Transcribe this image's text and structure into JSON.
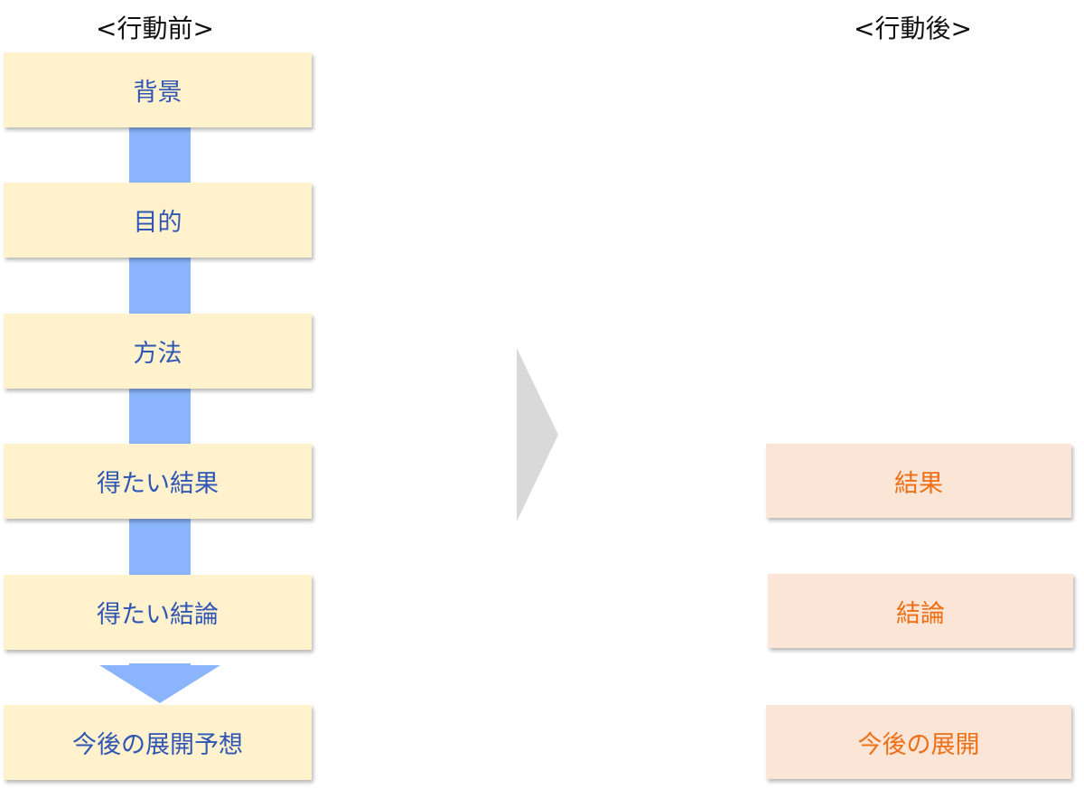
{
  "headings": {
    "before": "<行動前>",
    "after": "<行動後>"
  },
  "before_steps": [
    "背景",
    "目的",
    "方法",
    "得たい結果",
    "得たい結論",
    "今後の展開予想"
  ],
  "after_steps": [
    "結果",
    "結論",
    "今後の展開"
  ],
  "colors": {
    "before_box_fill": "#fff2cc",
    "before_text": "#2f56b4",
    "after_box_fill": "#fbe5d6",
    "after_text": "#ee6f16",
    "connector": "#8ab4fb",
    "chevron": "#d9d9d9"
  }
}
